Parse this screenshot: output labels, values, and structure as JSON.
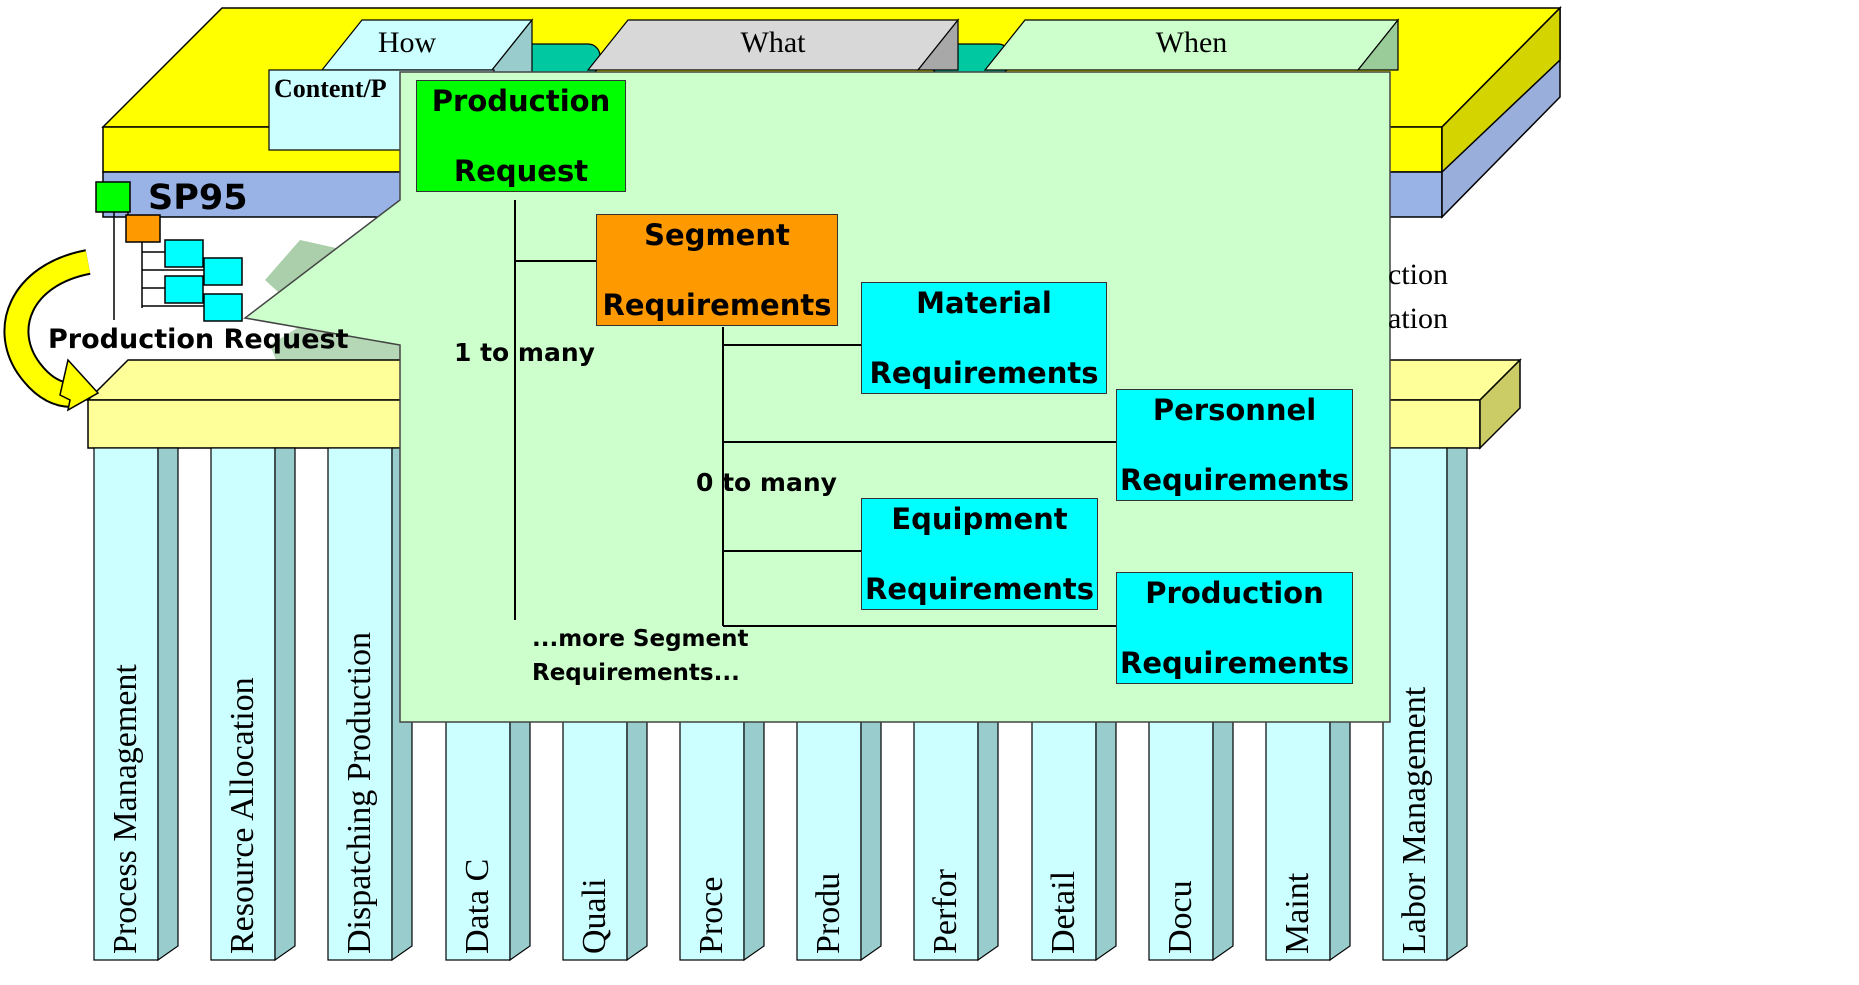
{
  "header_tabs": {
    "how": "How",
    "what": "What",
    "when": "When",
    "content_partial": "Content/P"
  },
  "sp95_label": "SP95",
  "production_request_label": "Production Request",
  "partial_right_text": {
    "line1": "ction",
    "line2": "ation"
  },
  "pillars": [
    "Process Management",
    "Resource Allocation",
    "Dispatching Production",
    "Data C",
    "Quali",
    "Proce",
    "Produ",
    "Perfor",
    "Detail",
    "Docu",
    "Maint",
    "Labor Management"
  ],
  "diagram": {
    "production_request": [
      "Production",
      "Request"
    ],
    "segment_requirements": [
      "Segment",
      "Requirements"
    ],
    "material_requirements": [
      "Material",
      "Requirements"
    ],
    "personnel_requirements": [
      "Personnel",
      "Requirements"
    ],
    "equipment_requirements": [
      "Equipment",
      "Requirements"
    ],
    "production_requirements": [
      "Production",
      "Requirements"
    ],
    "one_to_many": "1 to many",
    "zero_to_many": "0 to many",
    "more_segments": [
      "...more Segment",
      "Requirements..."
    ]
  },
  "colors": {
    "platform_top": "#ffff00",
    "platform_side": "#99b3e6",
    "panel": "#ccffcc",
    "green_node": "#00ff00",
    "orange_node": "#ff9900",
    "cyan_node": "#00ffff",
    "pillar_front": "#ccffff",
    "pillar_side": "#99cccc"
  }
}
